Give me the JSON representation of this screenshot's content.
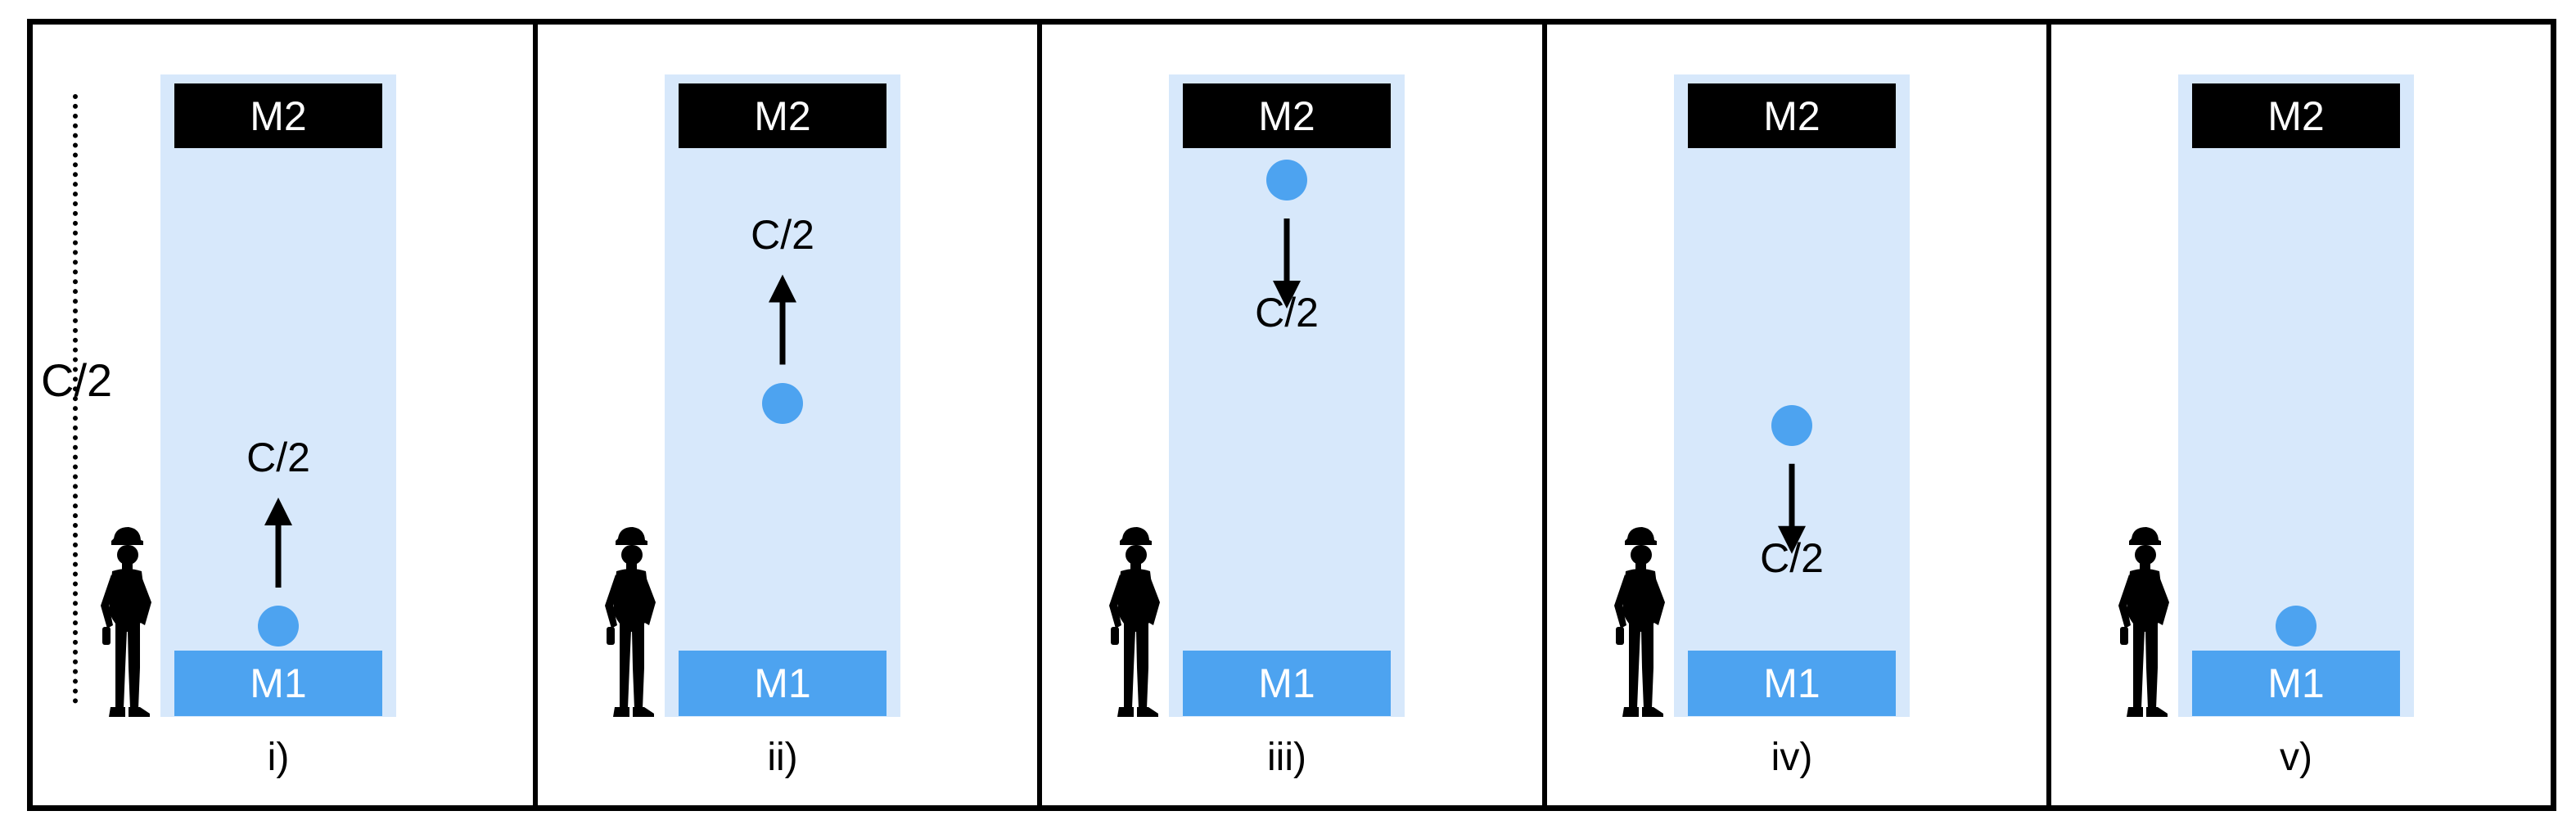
{
  "scale": {
    "label": "C/2"
  },
  "colors": {
    "tube": "#d7e8fb",
    "m1": "#4da3f0",
    "ball": "#4da3f0",
    "m2": "#000000",
    "text": "#000000"
  },
  "panels": [
    {
      "tag": "i)",
      "m2": "M2",
      "m1": "M1",
      "rate_label": "C/2",
      "arrow": "up",
      "ball_level": 0.0
    },
    {
      "tag": "ii)",
      "m2": "M2",
      "m1": "M1",
      "rate_label": "C/2",
      "arrow": "up",
      "ball_level": 0.5
    },
    {
      "tag": "iii)",
      "m2": "M2",
      "m1": "M1",
      "rate_label": "C/2",
      "arrow": "down",
      "ball_level": 1.0
    },
    {
      "tag": "iv)",
      "m2": "M2",
      "m1": "M1",
      "rate_label": "C/2",
      "arrow": "down",
      "ball_level": 0.45
    },
    {
      "tag": "v)",
      "m2": "M2",
      "m1": "M1",
      "rate_label": "",
      "arrow": "none",
      "ball_level": 0.0
    }
  ]
}
